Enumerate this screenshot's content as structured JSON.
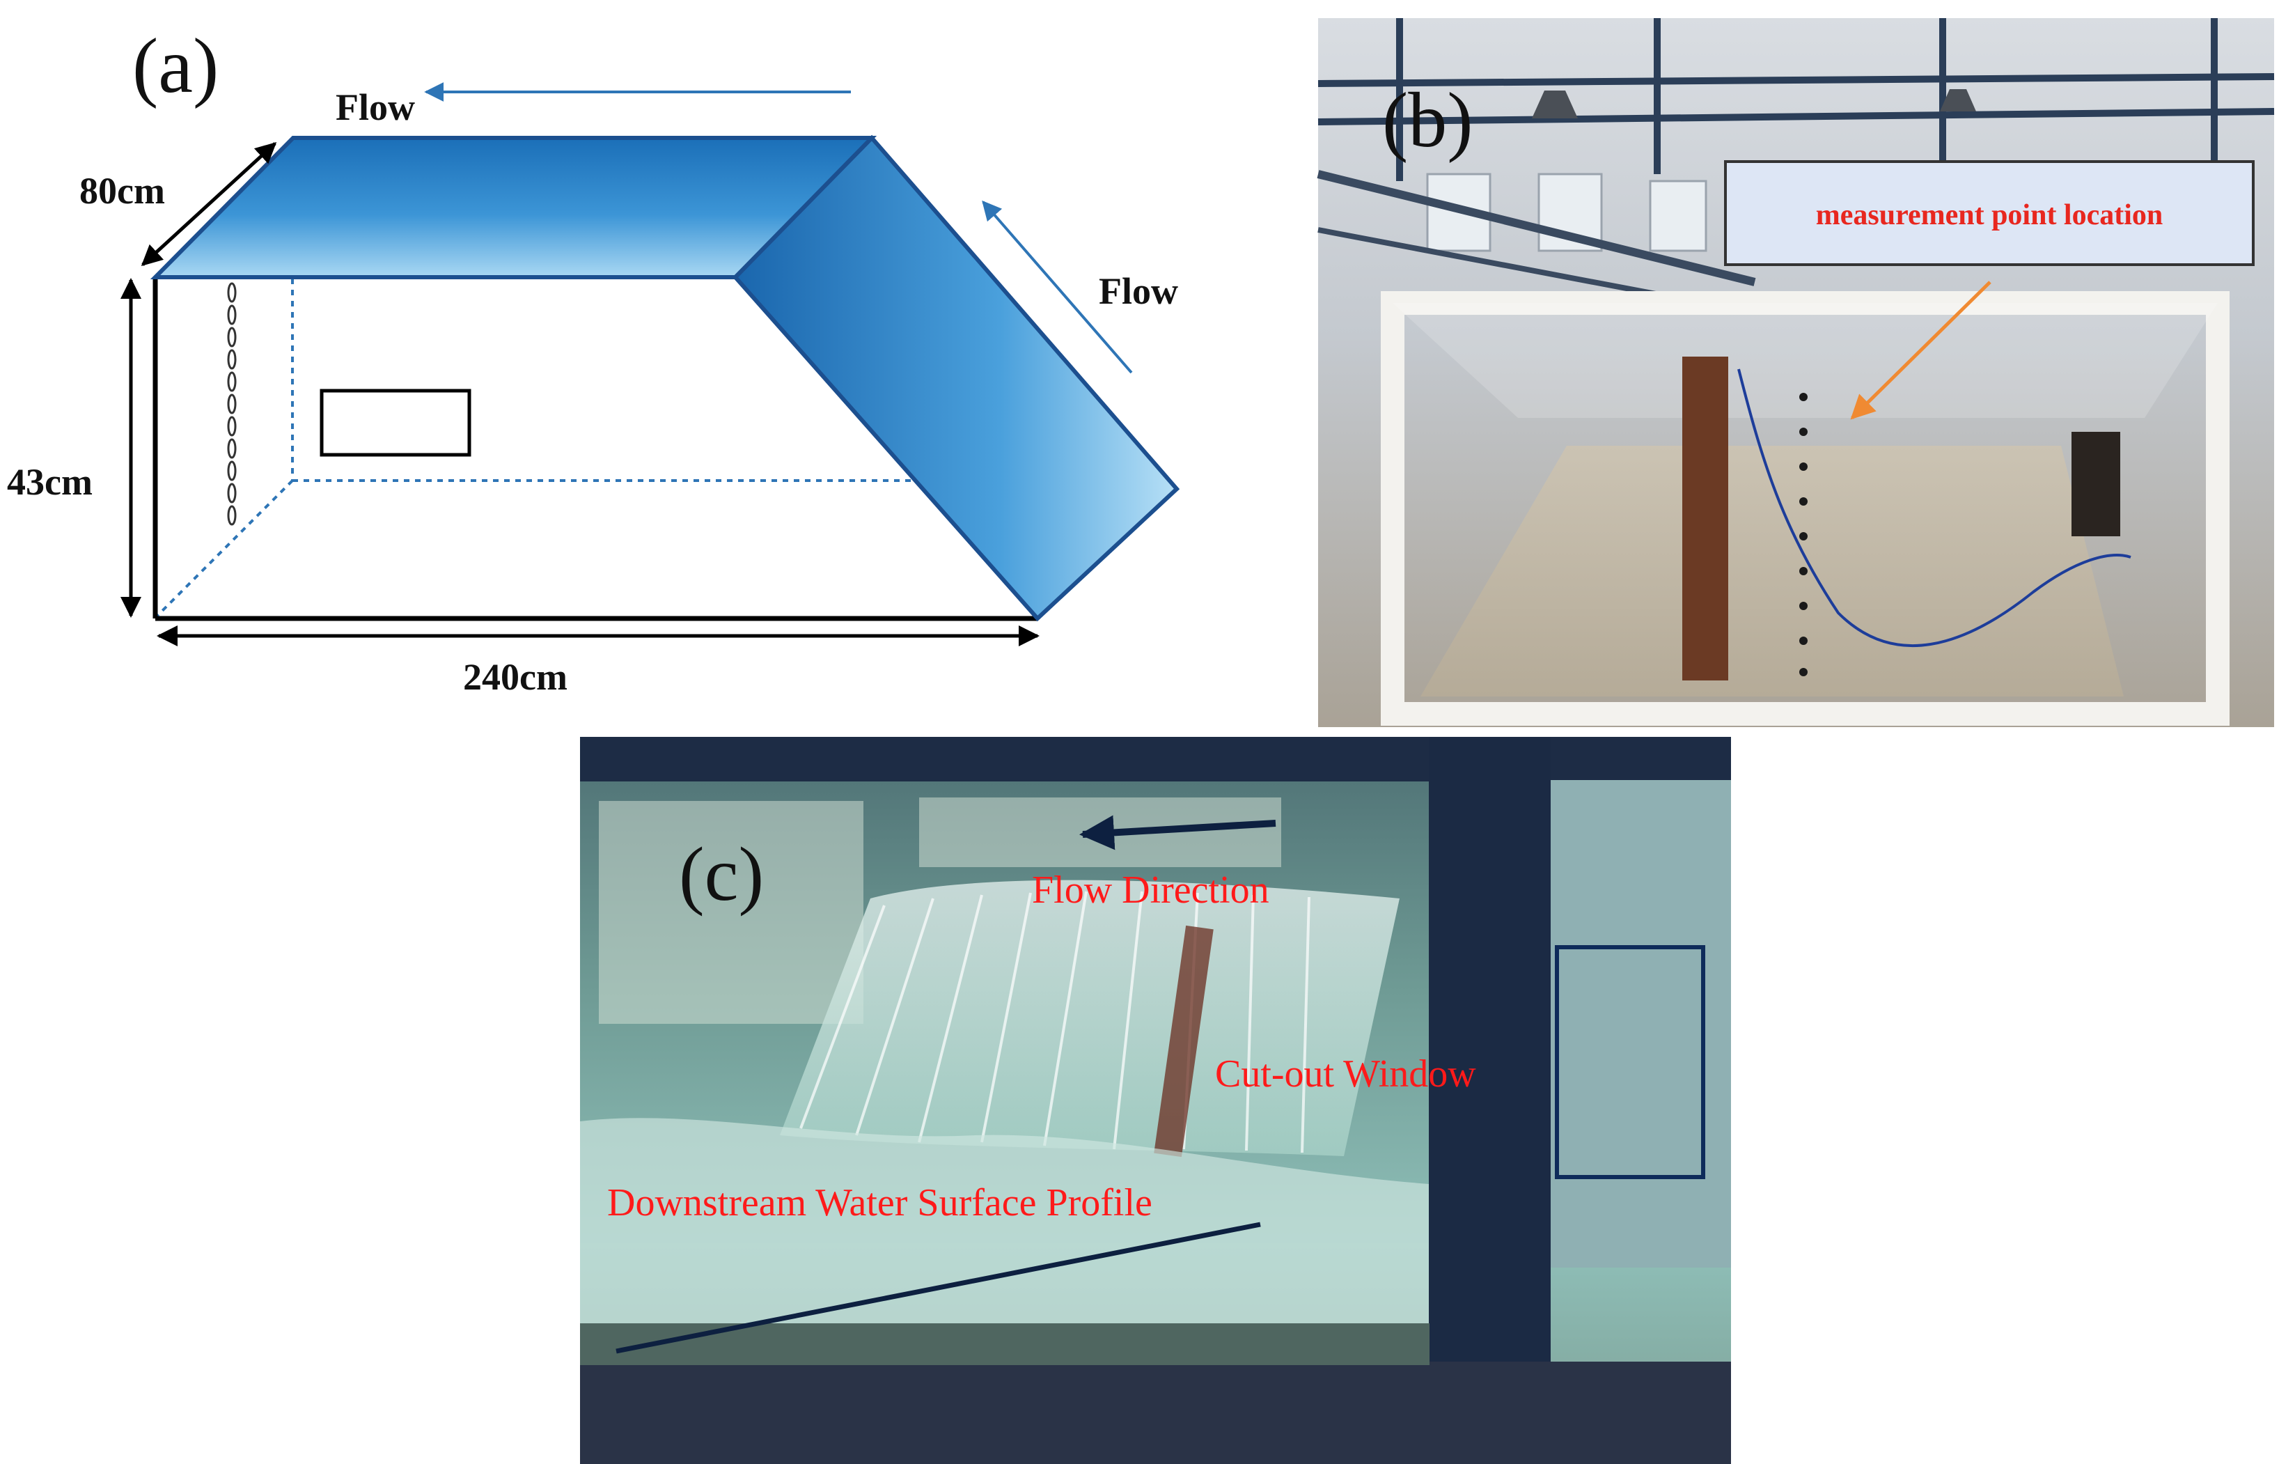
{
  "panel_a": {
    "label": "(a)",
    "flow_top": "Flow",
    "flow_side": "Flow",
    "dim_width": "80cm",
    "dim_height": "43cm",
    "dim_length": "240cm"
  },
  "panel_b": {
    "label": "(b)",
    "callout": "measurement point location"
  },
  "panel_c": {
    "label": "(c)",
    "flow_direction": "Flow Direction",
    "cutout_window": "Cut-out Window",
    "downstream_profile": "Downstream Water Surface Profile"
  },
  "colors": {
    "flume_blue": "#1f7bc4",
    "flume_light": "#9fd1f0",
    "flume_edge": "#1c4f8f",
    "arrow_blue": "#2e75b6",
    "callout_red": "#e8271f",
    "callout_box": "#dde6f5",
    "orange_arrow": "#f08a32",
    "photo_label_red": "#ff1a1a"
  }
}
